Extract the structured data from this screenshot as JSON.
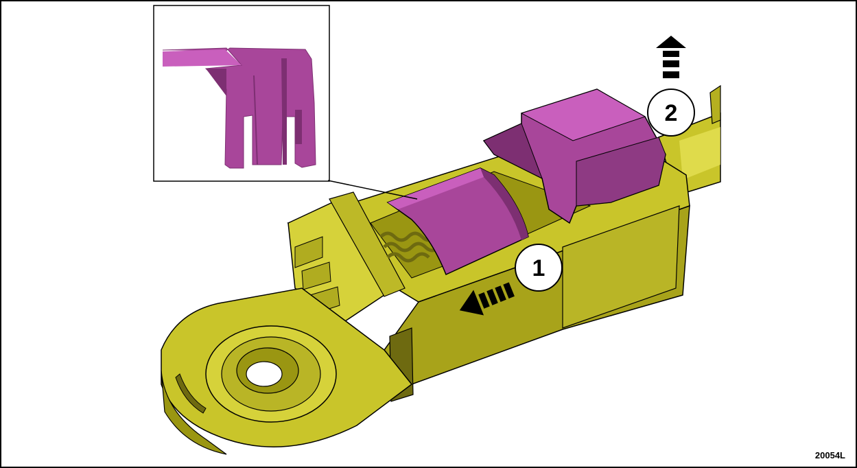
{
  "figure": {
    "id": "20054L"
  },
  "callouts": [
    {
      "number": "1"
    },
    {
      "number": "2"
    }
  ],
  "colors": {
    "housing": "#c9c52a",
    "housing_shadow": "#9a9612",
    "housing_highlight": "#e8e45a",
    "clip": "#a8469a",
    "clip_light": "#c95fbd",
    "clip_dark": "#7d2f72",
    "spring": "#b7b04a",
    "outline": "#000000"
  },
  "icons": {
    "arrow_1": "striped-arrow-left-down-icon",
    "arrow_2": "striped-arrow-up-icon"
  }
}
